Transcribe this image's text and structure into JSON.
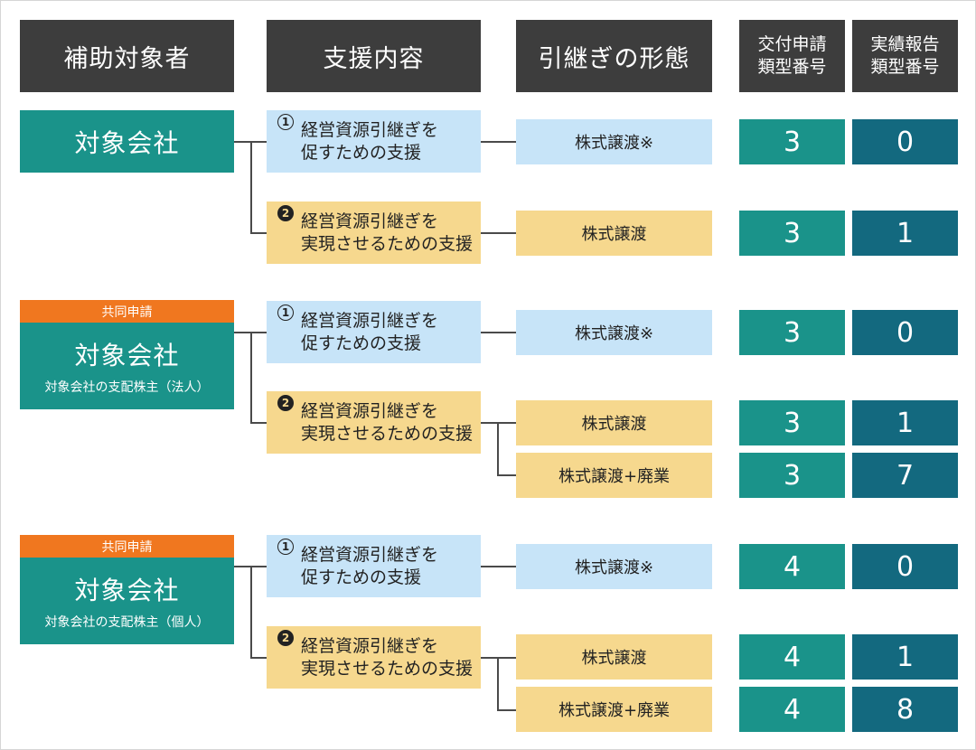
{
  "headers": {
    "subject": "補助対象者",
    "support": "支援内容",
    "form": "引継ぎの形態",
    "grant_line1": "交付申請",
    "grant_line2": "類型番号",
    "report_line1": "実績報告",
    "report_line2": "類型番号"
  },
  "groups": [
    {
      "tag": "",
      "subject": "対象会社",
      "subject_sub": "",
      "support1_num": "1",
      "support1_line1": "経営資源引継ぎを",
      "support1_line2": "促すための支援",
      "support2_num": "2",
      "support2_line1": "経営資源引継ぎを",
      "support2_line2": "実現させるための支援",
      "rows": [
        {
          "form": "株式譲渡※",
          "grant": "3",
          "report": "0"
        },
        {
          "form": "株式譲渡",
          "grant": "3",
          "report": "1"
        }
      ]
    },
    {
      "tag": "共同申請",
      "subject": "対象会社",
      "subject_sub": "対象会社の支配株主（法人）",
      "support1_num": "1",
      "support1_line1": "経営資源引継ぎを",
      "support1_line2": "促すための支援",
      "support2_num": "2",
      "support2_line1": "経営資源引継ぎを",
      "support2_line2": "実現させるための支援",
      "rows": [
        {
          "form": "株式譲渡※",
          "grant": "3",
          "report": "0"
        },
        {
          "form": "株式譲渡",
          "grant": "3",
          "report": "1"
        },
        {
          "form": "株式譲渡+廃業",
          "grant": "3",
          "report": "7"
        }
      ]
    },
    {
      "tag": "共同申請",
      "subject": "対象会社",
      "subject_sub": "対象会社の支配株主（個人）",
      "support1_num": "1",
      "support1_line1": "経営資源引継ぎを",
      "support1_line2": "促すための支援",
      "support2_num": "2",
      "support2_line1": "経営資源引継ぎを",
      "support2_line2": "実現させるための支援",
      "rows": [
        {
          "form": "株式譲渡※",
          "grant": "4",
          "report": "0"
        },
        {
          "form": "株式譲渡",
          "grant": "4",
          "report": "1"
        },
        {
          "form": "株式譲渡+廃業",
          "grant": "4",
          "report": "8"
        }
      ]
    }
  ],
  "colors": {
    "header": "#3d3d3d",
    "subject": "#1a938a",
    "tag": "#f0771f",
    "support_1": "#c7e4f8",
    "support_2": "#f6d88e",
    "grant": "#1a938a",
    "report": "#13697f"
  }
}
